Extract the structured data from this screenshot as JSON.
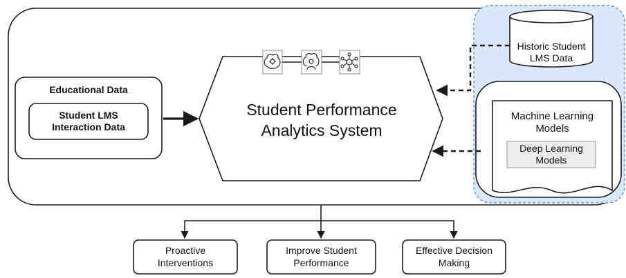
{
  "educational_data": {
    "title": "Educational Data",
    "inner": [
      "Student LMS",
      "Interaction Data"
    ]
  },
  "analytics_system": {
    "title": [
      "Student Performance",
      "Analytics System"
    ],
    "icons": [
      "brain-gear-icon",
      "brain-person-icon",
      "neural-network-icon"
    ]
  },
  "historic_data": [
    "Historic Student",
    "LMS Data"
  ],
  "ml_models": {
    "title": [
      "Machine Learning",
      "Models"
    ],
    "deep_learning": [
      "Deep Learning",
      "Models"
    ]
  },
  "outcomes": [
    [
      "Proactive",
      "Interventions"
    ],
    [
      "Improve Student",
      "Performance"
    ],
    [
      "Effective Decision",
      "Making"
    ]
  ],
  "colors": {
    "line": "#1a1a1a",
    "blue_panel_fill": "#dbe8fb",
    "blue_panel_border": "#5b8fd9",
    "deep_learning_fill": "#ececec"
  }
}
